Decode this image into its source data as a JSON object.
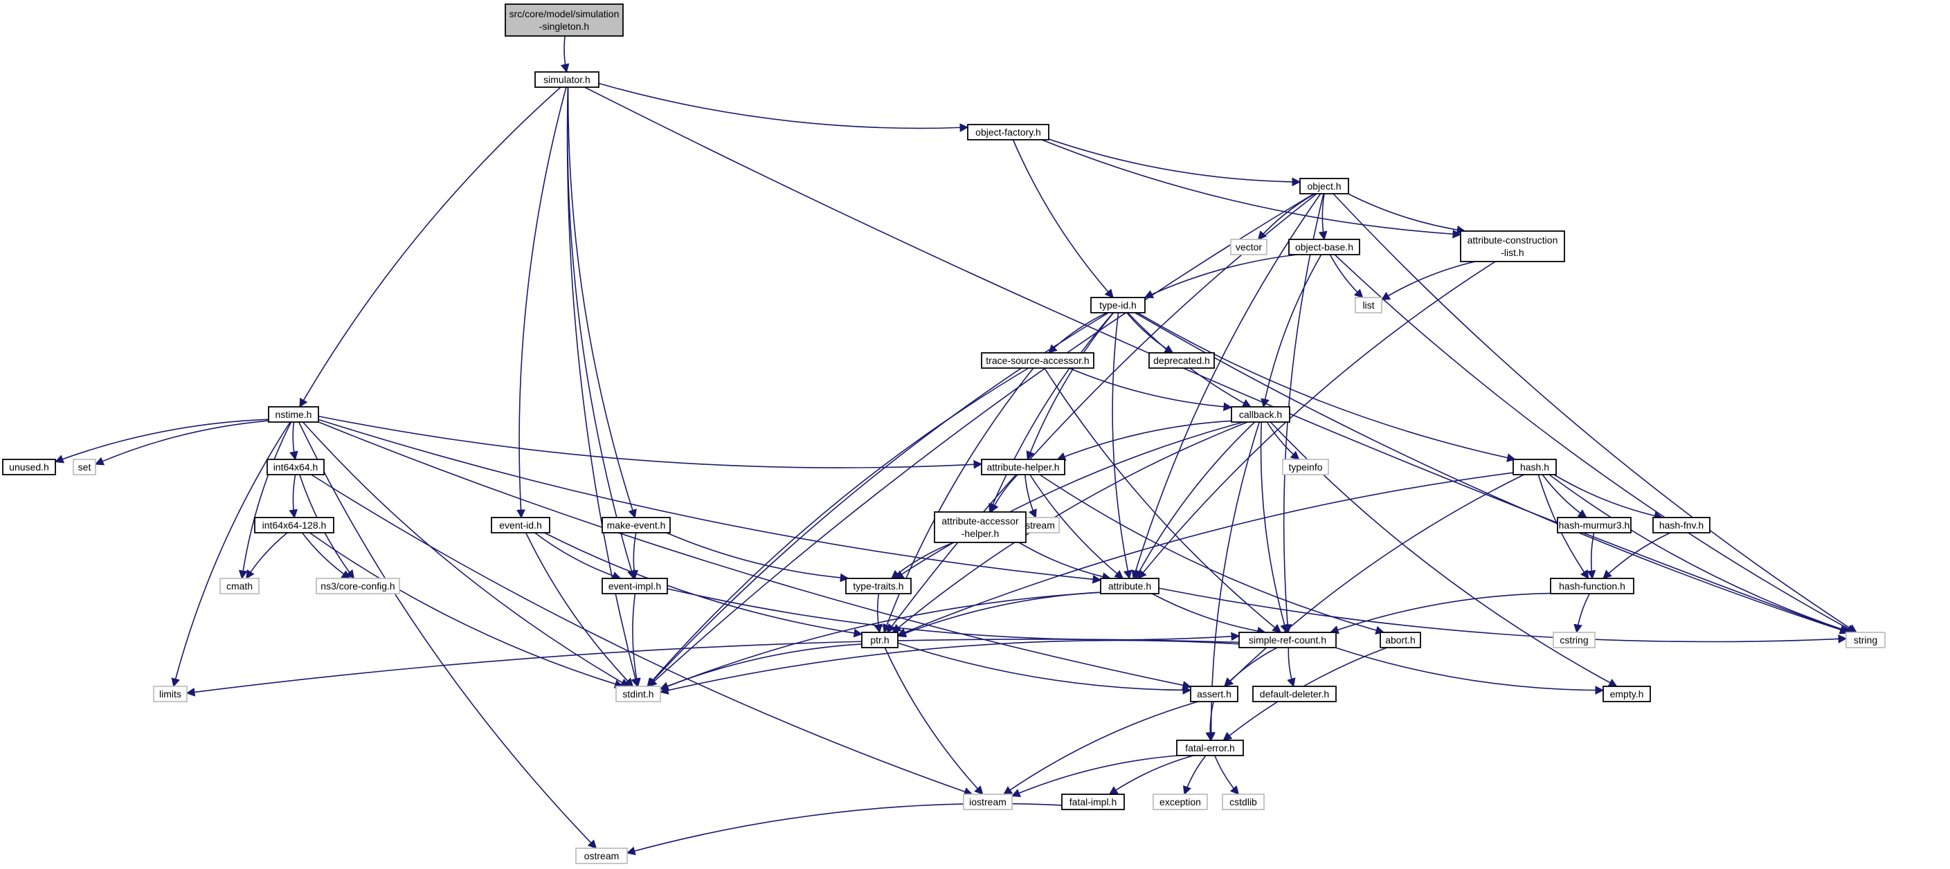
{
  "diagram": {
    "colors": {
      "edge": "#191970",
      "node_border": "#000000",
      "system_border": "#bfbfbf",
      "root_fill": "#bfbfbf",
      "node_fill": "#ffffff"
    },
    "nodes": [
      {
        "id": "singleton",
        "lines": [
          "src/core/model/simulation",
          "-singleton.h"
        ],
        "kind": "root"
      },
      {
        "id": "simulator",
        "lines": [
          "simulator.h"
        ],
        "kind": "file"
      },
      {
        "id": "object-factory",
        "lines": [
          "object-factory.h"
        ],
        "kind": "file"
      },
      {
        "id": "object",
        "lines": [
          "object.h"
        ],
        "kind": "file"
      },
      {
        "id": "vector",
        "lines": [
          "vector"
        ],
        "kind": "system"
      },
      {
        "id": "object-base",
        "lines": [
          "object-base.h"
        ],
        "kind": "file"
      },
      {
        "id": "attr-construction",
        "lines": [
          "attribute-construction",
          "-list.h"
        ],
        "kind": "file"
      },
      {
        "id": "list",
        "lines": [
          "list"
        ],
        "kind": "system"
      },
      {
        "id": "type-id",
        "lines": [
          "type-id.h"
        ],
        "kind": "file"
      },
      {
        "id": "deprecated",
        "lines": [
          "deprecated.h"
        ],
        "kind": "file"
      },
      {
        "id": "trace-source",
        "lines": [
          "trace-source-accessor.h"
        ],
        "kind": "file"
      },
      {
        "id": "callback",
        "lines": [
          "callback.h"
        ],
        "kind": "file"
      },
      {
        "id": "typeinfo",
        "lines": [
          "typeinfo"
        ],
        "kind": "system"
      },
      {
        "id": "nstime",
        "lines": [
          "nstime.h"
        ],
        "kind": "file"
      },
      {
        "id": "unused",
        "lines": [
          "unused.h"
        ],
        "kind": "file"
      },
      {
        "id": "set",
        "lines": [
          "set"
        ],
        "kind": "system"
      },
      {
        "id": "int64x64",
        "lines": [
          "int64x64.h"
        ],
        "kind": "file"
      },
      {
        "id": "int64x64-128",
        "lines": [
          "int64x64-128.h"
        ],
        "kind": "file"
      },
      {
        "id": "cmath",
        "lines": [
          "cmath"
        ],
        "kind": "system"
      },
      {
        "id": "core-config",
        "lines": [
          "ns3/core-config.h"
        ],
        "kind": "system"
      },
      {
        "id": "limits",
        "lines": [
          "limits"
        ],
        "kind": "system"
      },
      {
        "id": "event-id",
        "lines": [
          "event-id.h"
        ],
        "kind": "file"
      },
      {
        "id": "make-event",
        "lines": [
          "make-event.h"
        ],
        "kind": "file"
      },
      {
        "id": "event-impl",
        "lines": [
          "event-impl.h"
        ],
        "kind": "file"
      },
      {
        "id": "attribute-helper",
        "lines": [
          "attribute-helper.h"
        ],
        "kind": "file"
      },
      {
        "id": "sstream",
        "lines": [
          "sstream"
        ],
        "kind": "system"
      },
      {
        "id": "attr-accessor",
        "lines": [
          "attribute-accessor",
          "-helper.h"
        ],
        "kind": "file"
      },
      {
        "id": "type-traits",
        "lines": [
          "type-traits.h"
        ],
        "kind": "file"
      },
      {
        "id": "attribute",
        "lines": [
          "attribute.h"
        ],
        "kind": "file"
      },
      {
        "id": "ptr",
        "lines": [
          "ptr.h"
        ],
        "kind": "file"
      },
      {
        "id": "stdint",
        "lines": [
          "stdint.h"
        ],
        "kind": "system"
      },
      {
        "id": "simple-ref-count",
        "lines": [
          "simple-ref-count.h"
        ],
        "kind": "file"
      },
      {
        "id": "abort",
        "lines": [
          "abort.h"
        ],
        "kind": "file"
      },
      {
        "id": "hash",
        "lines": [
          "hash.h"
        ],
        "kind": "file"
      },
      {
        "id": "hash-murmur3",
        "lines": [
          "hash-murmur3.h"
        ],
        "kind": "file"
      },
      {
        "id": "hash-fnv",
        "lines": [
          "hash-fnv.h"
        ],
        "kind": "file"
      },
      {
        "id": "hash-function",
        "lines": [
          "hash-function.h"
        ],
        "kind": "file"
      },
      {
        "id": "cstring",
        "lines": [
          "cstring"
        ],
        "kind": "system"
      },
      {
        "id": "string",
        "lines": [
          "string"
        ],
        "kind": "system"
      },
      {
        "id": "default-deleter",
        "lines": [
          "default-deleter.h"
        ],
        "kind": "file"
      },
      {
        "id": "empty",
        "lines": [
          "empty.h"
        ],
        "kind": "file"
      },
      {
        "id": "assert",
        "lines": [
          "assert.h"
        ],
        "kind": "file"
      },
      {
        "id": "fatal-error",
        "lines": [
          "fatal-error.h"
        ],
        "kind": "file"
      },
      {
        "id": "iostream",
        "lines": [
          "iostream"
        ],
        "kind": "system"
      },
      {
        "id": "exception",
        "lines": [
          "exception"
        ],
        "kind": "system"
      },
      {
        "id": "cstdlib",
        "lines": [
          "cstdlib"
        ],
        "kind": "system"
      },
      {
        "id": "fatal-impl",
        "lines": [
          "fatal-impl.h"
        ],
        "kind": "file"
      },
      {
        "id": "ostream",
        "lines": [
          "ostream"
        ],
        "kind": "system"
      }
    ],
    "edges": [
      [
        "singleton",
        "simulator"
      ],
      [
        "simulator",
        "object-factory"
      ],
      [
        "simulator",
        "string"
      ],
      [
        "simulator",
        "nstime"
      ],
      [
        "simulator",
        "stdint"
      ],
      [
        "simulator",
        "event-id"
      ],
      [
        "simulator",
        "event-impl"
      ],
      [
        "simulator",
        "make-event"
      ],
      [
        "object-factory",
        "object"
      ],
      [
        "object-factory",
        "type-id"
      ],
      [
        "object-factory",
        "attr-construction"
      ],
      [
        "object",
        "vector"
      ],
      [
        "object",
        "object-base"
      ],
      [
        "object",
        "attr-construction"
      ],
      [
        "object",
        "string"
      ],
      [
        "object",
        "stdint"
      ],
      [
        "object",
        "ptr"
      ],
      [
        "object",
        "attribute"
      ],
      [
        "object",
        "simple-ref-count"
      ],
      [
        "object-base",
        "type-id"
      ],
      [
        "object-base",
        "list"
      ],
      [
        "object-base",
        "callback"
      ],
      [
        "object-base",
        "string"
      ],
      [
        "attr-construction",
        "list"
      ],
      [
        "attr-construction",
        "attribute"
      ],
      [
        "type-id",
        "trace-source"
      ],
      [
        "type-id",
        "deprecated"
      ],
      [
        "type-id",
        "callback"
      ],
      [
        "type-id",
        "attribute-helper"
      ],
      [
        "type-id",
        "attr-accessor"
      ],
      [
        "type-id",
        "attribute"
      ],
      [
        "type-id",
        "hash"
      ],
      [
        "type-id",
        "string"
      ],
      [
        "type-id",
        "stdint"
      ],
      [
        "trace-source",
        "callback"
      ],
      [
        "trace-source",
        "ptr"
      ],
      [
        "trace-source",
        "simple-ref-count"
      ],
      [
        "trace-source",
        "stdint"
      ],
      [
        "callback",
        "typeinfo"
      ],
      [
        "callback",
        "attribute-helper"
      ],
      [
        "callback",
        "attribute"
      ],
      [
        "callback",
        "ptr"
      ],
      [
        "callback",
        "simple-ref-count"
      ],
      [
        "callback",
        "type-traits"
      ],
      [
        "callback",
        "fatal-error"
      ],
      [
        "callback",
        "empty"
      ],
      [
        "nstime",
        "unused"
      ],
      [
        "nstime",
        "set"
      ],
      [
        "nstime",
        "int64x64"
      ],
      [
        "nstime",
        "cmath"
      ],
      [
        "nstime",
        "limits"
      ],
      [
        "nstime",
        "stdint"
      ],
      [
        "nstime",
        "ostream"
      ],
      [
        "nstime",
        "attribute-helper"
      ],
      [
        "nstime",
        "attribute"
      ],
      [
        "nstime",
        "assert"
      ],
      [
        "int64x64",
        "int64x64-128"
      ],
      [
        "int64x64",
        "core-config"
      ],
      [
        "int64x64",
        "iostream"
      ],
      [
        "int64x64-128",
        "cmath"
      ],
      [
        "int64x64-128",
        "core-config"
      ],
      [
        "int64x64-128",
        "stdint"
      ],
      [
        "event-id",
        "event-impl"
      ],
      [
        "event-id",
        "ptr"
      ],
      [
        "event-id",
        "stdint"
      ],
      [
        "make-event",
        "event-impl"
      ],
      [
        "make-event",
        "type-traits"
      ],
      [
        "event-impl",
        "simple-ref-count"
      ],
      [
        "event-impl",
        "stdint"
      ],
      [
        "attribute-helper",
        "sstream"
      ],
      [
        "attribute-helper",
        "attr-accessor"
      ],
      [
        "attribute-helper",
        "attribute"
      ],
      [
        "attribute-helper",
        "abort"
      ],
      [
        "attr-accessor",
        "type-traits"
      ],
      [
        "attr-accessor",
        "attribute"
      ],
      [
        "type-traits",
        "ptr"
      ],
      [
        "attribute",
        "ptr"
      ],
      [
        "attribute",
        "simple-ref-count"
      ],
      [
        "attribute",
        "string"
      ],
      [
        "attribute",
        "stdint"
      ],
      [
        "ptr",
        "stdint"
      ],
      [
        "ptr",
        "assert"
      ],
      [
        "ptr",
        "iostream"
      ],
      [
        "simple-ref-count",
        "assert"
      ],
      [
        "simple-ref-count",
        "default-deleter"
      ],
      [
        "simple-ref-count",
        "empty"
      ],
      [
        "simple-ref-count",
        "stdint"
      ],
      [
        "simple-ref-count",
        "limits"
      ],
      [
        "abort",
        "fatal-error"
      ],
      [
        "hash",
        "hash-murmur3"
      ],
      [
        "hash",
        "hash-fnv"
      ],
      [
        "hash",
        "hash-function"
      ],
      [
        "hash",
        "string"
      ],
      [
        "hash",
        "assert"
      ],
      [
        "hash",
        "ptr"
      ],
      [
        "hash-murmur3",
        "hash-function"
      ],
      [
        "hash-fnv",
        "hash-function"
      ],
      [
        "hash-function",
        "cstring"
      ],
      [
        "hash-function",
        "simple-ref-count"
      ],
      [
        "assert",
        "fatal-error"
      ],
      [
        "assert",
        "iostream"
      ],
      [
        "fatal-error",
        "iostream"
      ],
      [
        "fatal-error",
        "exception"
      ],
      [
        "fatal-error",
        "cstdlib"
      ],
      [
        "fatal-error",
        "fatal-impl"
      ],
      [
        "fatal-impl",
        "ostream"
      ]
    ]
  }
}
